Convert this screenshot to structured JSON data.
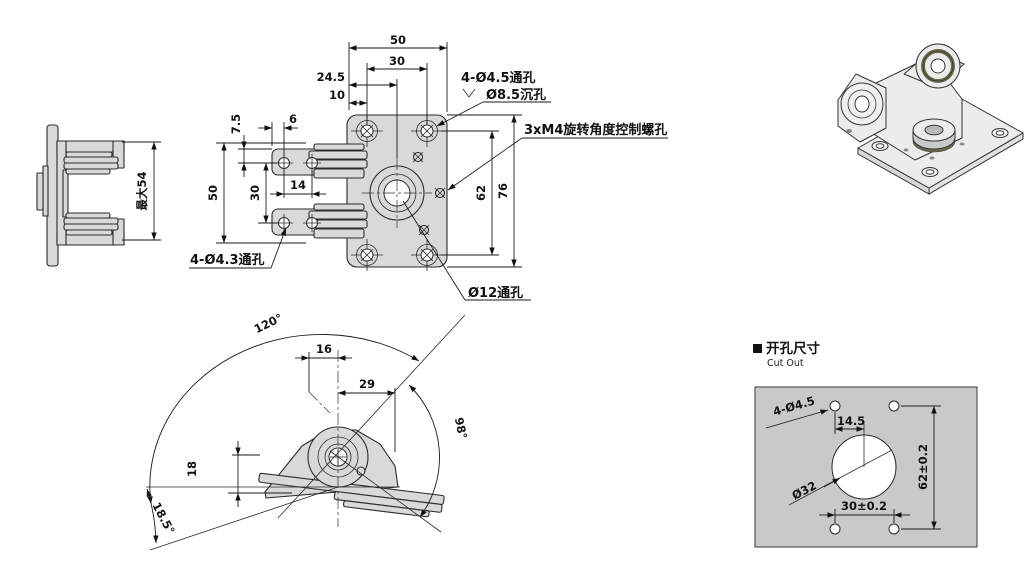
{
  "drawing": {
    "side_view": {
      "dim_max_height": "最大54"
    },
    "front_view": {
      "dim_width": "50",
      "dim_hole_spacing_h": "30",
      "dim_edge_to_center": "24.5",
      "dim_edge_to_hole": "10",
      "dim_arm_top_to_hole": "7.5",
      "dim_arm_edge_to_hole": "6",
      "dim_arm_height": "50",
      "dim_arm_hole_spacing_v": "30",
      "dim_arm_hole_spacing_h": "14",
      "dim_hole_spacing_v": "62",
      "dim_height": "76",
      "label_corner_holes": "4-Ø4.5通孔",
      "label_counterbore": "Ø8.5沉孔",
      "label_m4_holes": "3xM4旋转角度控制螺孔",
      "label_arm_holes": "4-Ø4.3通孔",
      "label_center_hole": "Ø12通孔"
    },
    "rotation_view": {
      "angle_total": "120°",
      "dim_offset": "16",
      "dim_reach": "29",
      "angle_open": "98°",
      "dim_height": "18",
      "angle_down": "18.5°"
    },
    "cutout_view": {
      "title": "开孔尺寸",
      "subtitle": "Cut Out",
      "label_holes": "4-Ø4.5",
      "dim_center_offset": "14.5",
      "dim_vertical": "62±0.2",
      "dim_horizontal": "30±0.2",
      "label_center_dia": "Ø32"
    },
    "colors": {
      "line": "#222222",
      "part_fill": "#d9d9d9",
      "panel_fill": "#c9c9c9",
      "seal_ring": "#6b6b4a",
      "background": "#ffffff"
    }
  }
}
